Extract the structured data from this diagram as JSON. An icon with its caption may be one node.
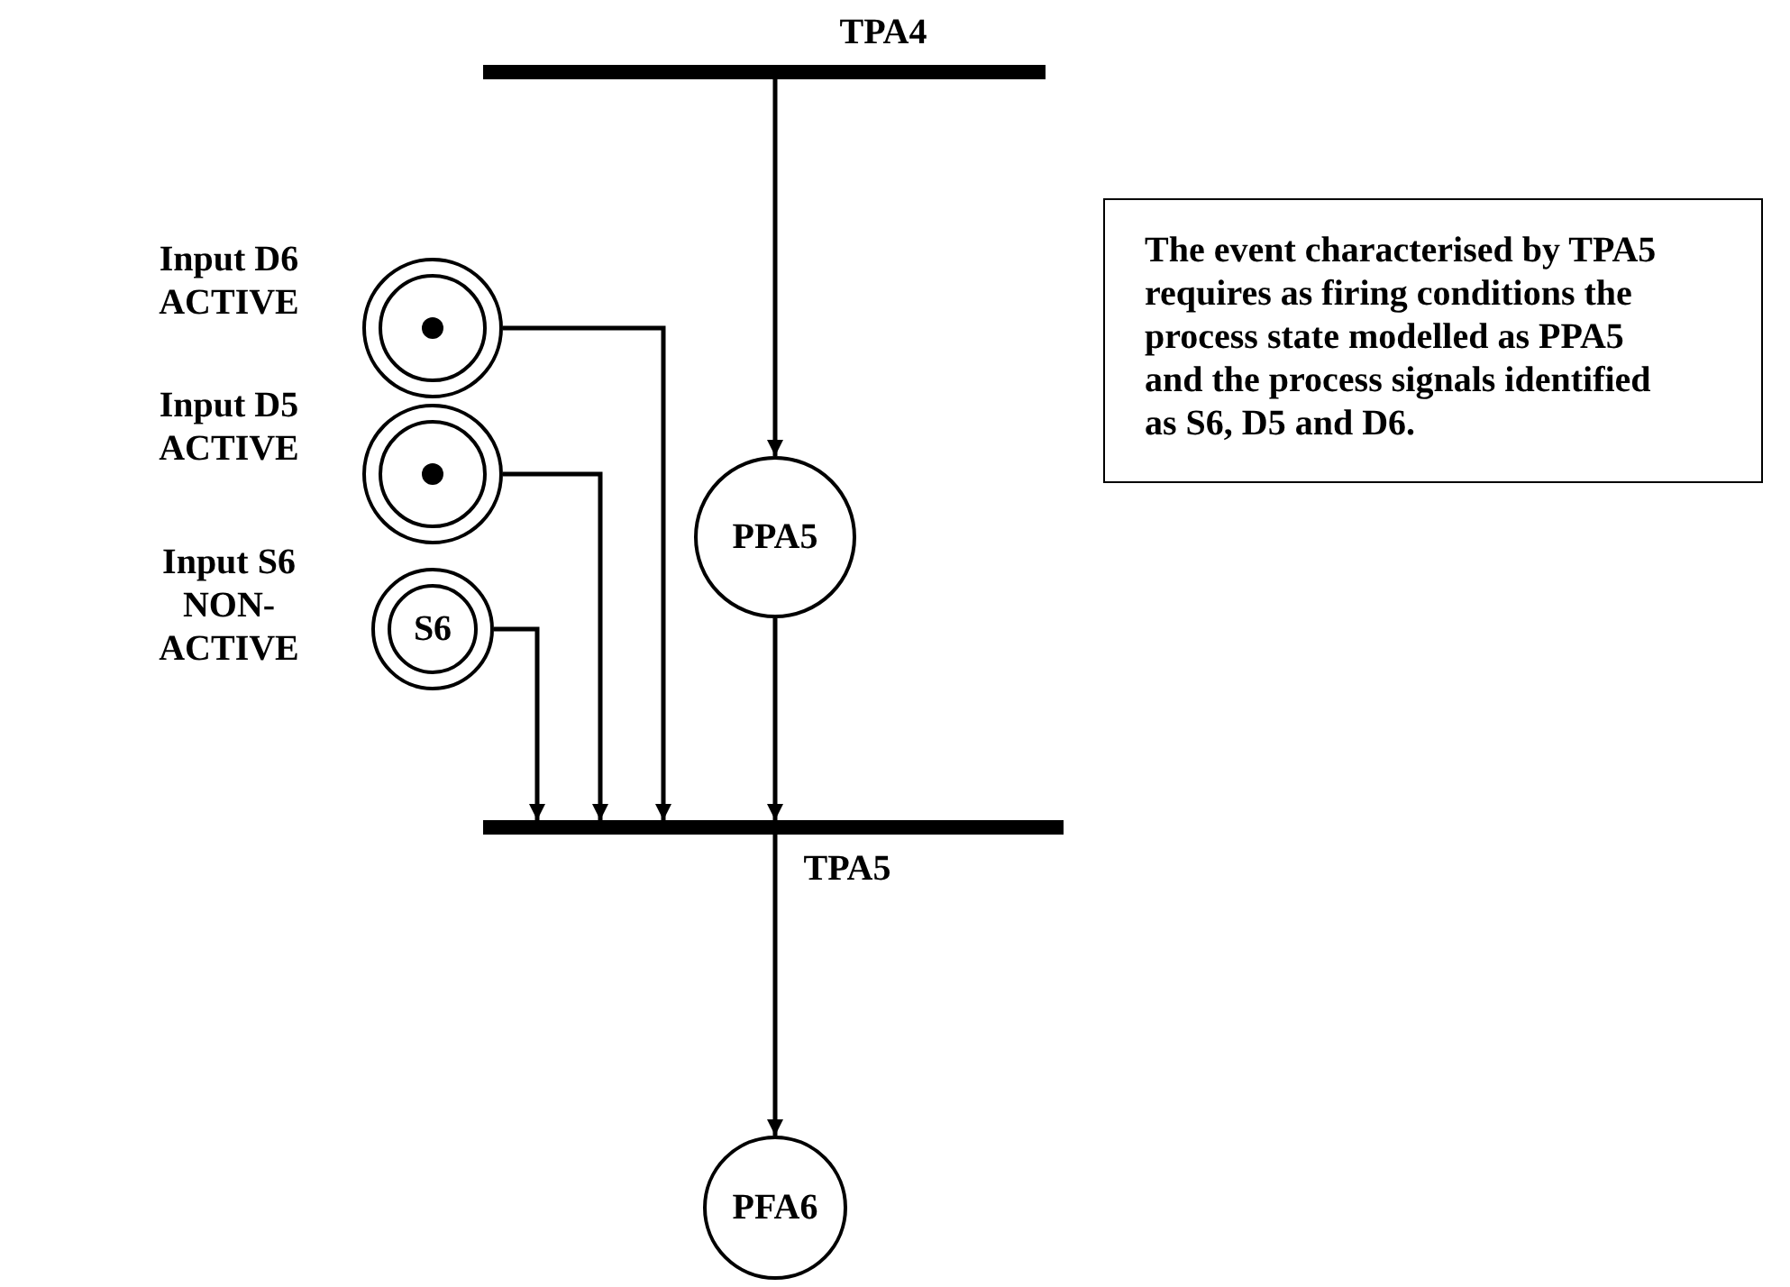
{
  "diagram": {
    "nodes": [
      {
        "text": [],
        "shape": "bar",
        "beside": [
          "TPA4"
        ]
      },
      {
        "text": [
          "PPA5"
        ]
      },
      {
        "text": [],
        "shape": "circle",
        "beside": [
          "Input D6 ACTIVE"
        ]
      },
      {
        "text": [],
        "shape": "circle",
        "beside": [
          "Input D5 ACTIVE"
        ]
      },
      {
        "text": [
          "S6"
        ],
        "beside": [
          "Input S6 NON-ACTIVE"
        ]
      },
      {
        "text": [],
        "shape": "bar",
        "beside": [
          "TPA5"
        ]
      },
      {
        "text": [
          "PFA6"
        ]
      },
      {
        "text": [
          "The event characterised by TPA5 requires as firing conditions the process state modelled as PPA5 and the process signals identified as S6, D5 and D6."
        ]
      }
    ],
    "edges": [
      {
        "from": 0,
        "to": 1,
        "arrow": "to"
      },
      {
        "from": 1,
        "to": 5,
        "arrow": "to"
      },
      {
        "from": 2,
        "to": 5,
        "arrow": "to"
      },
      {
        "from": 3,
        "to": 5,
        "arrow": "to"
      },
      {
        "from": 4,
        "to": 5,
        "arrow": "to"
      },
      {
        "from": 5,
        "to": 6,
        "arrow": "to"
      }
    ]
  }
}
